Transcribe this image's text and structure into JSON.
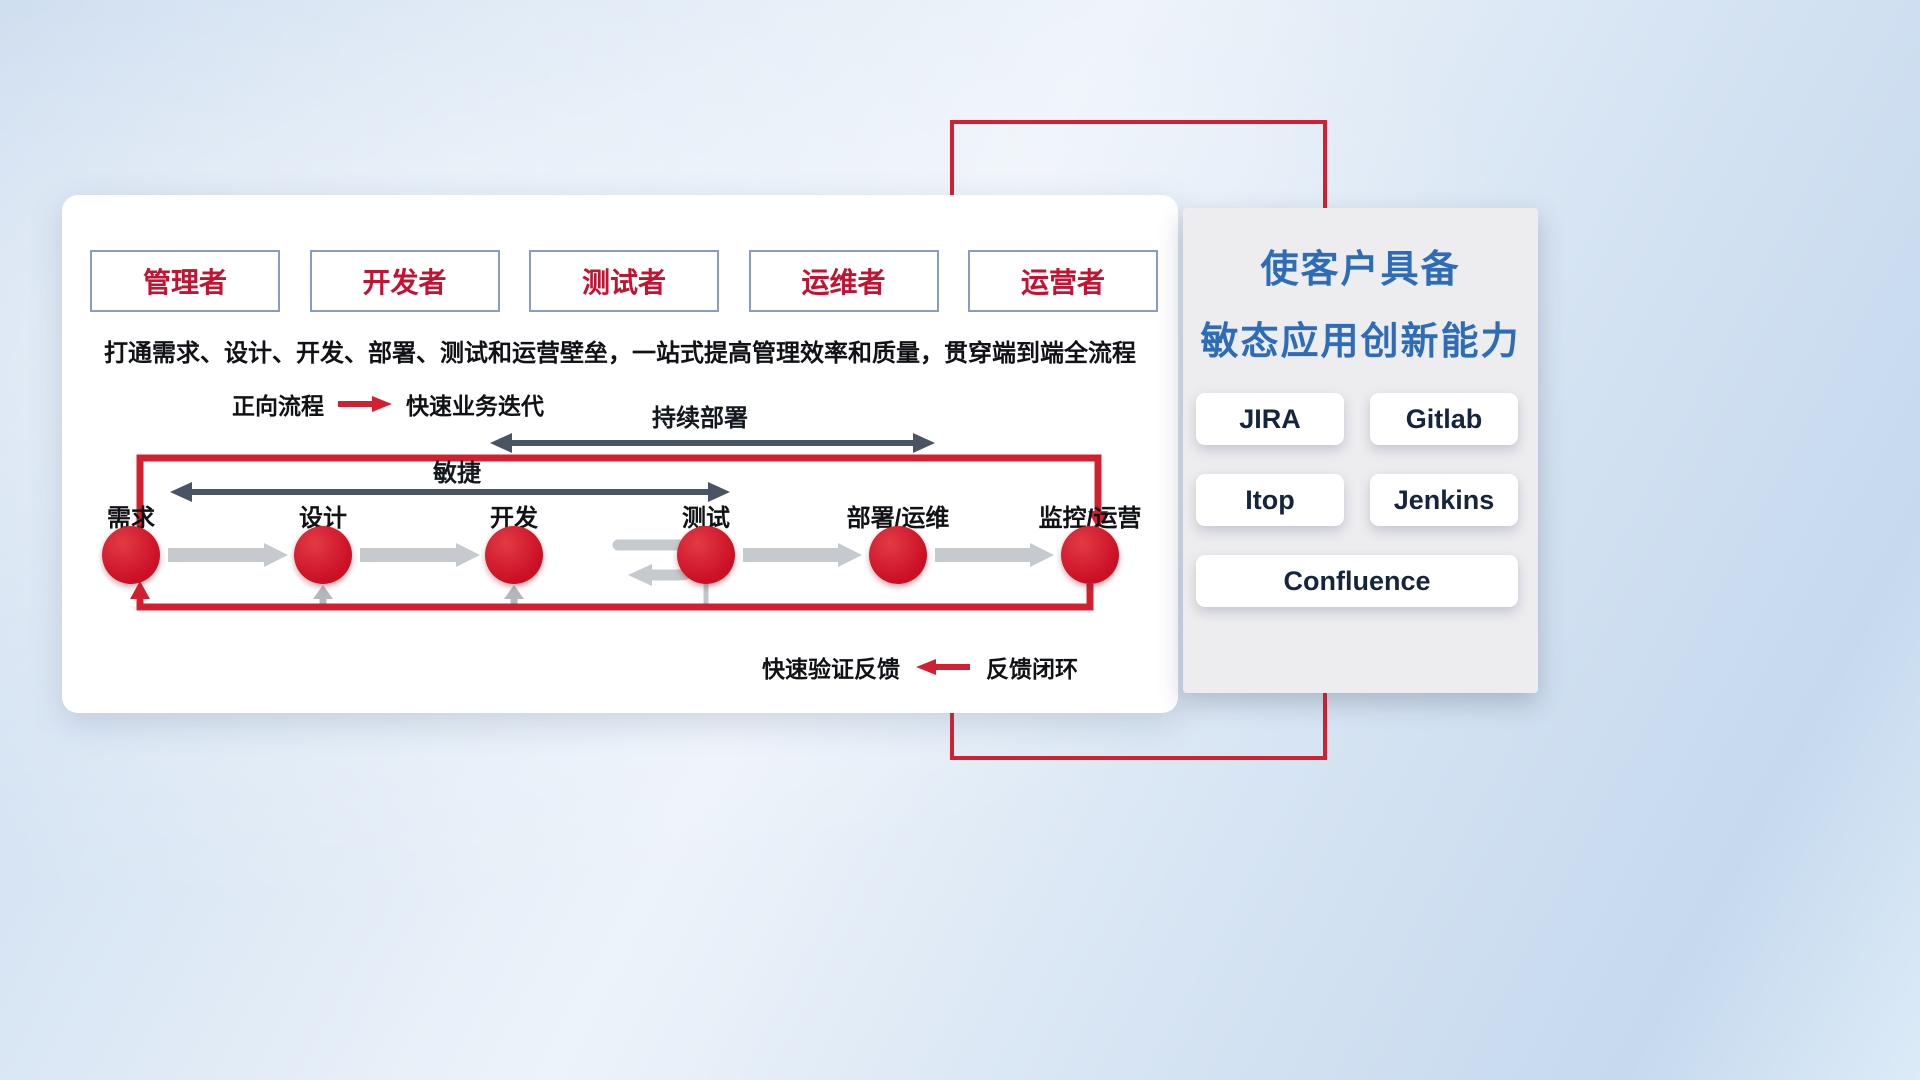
{
  "roles": [
    {
      "label": "管理者"
    },
    {
      "label": "开发者"
    },
    {
      "label": "测试者"
    },
    {
      "label": "运维者"
    },
    {
      "label": "运营者"
    }
  ],
  "subtitle": "打通需求、设计、开发、部署、测试和运营壁垒，一站式提高管理效率和质量，贯穿端到端全流程",
  "legends": {
    "forward_label": "正向流程",
    "forward_desc": "快速业务迭代",
    "feedback_text": "快速验证反馈",
    "feedback_label": "反馈闭环"
  },
  "flow_labels": {
    "continuous_deploy": "持续部署",
    "agile": "敏捷"
  },
  "nodes": [
    {
      "label": "需求"
    },
    {
      "label": "设计"
    },
    {
      "label": "开发"
    },
    {
      "label": "测试"
    },
    {
      "label": "部署/运维"
    },
    {
      "label": "监控/运营"
    }
  ],
  "panel": {
    "title_line1": "使客户具备",
    "title_line2": "敏态应用创新能力",
    "tools": [
      {
        "name": "JIRA"
      },
      {
        "name": "Gitlab"
      },
      {
        "name": "Itop"
      },
      {
        "name": "Jenkins"
      },
      {
        "name": "Confluence"
      }
    ]
  },
  "colors": {
    "primary_red": "#d32030",
    "role_text_red": "#c41230",
    "title_blue": "#2e6cb8",
    "dark_arrow": "#4a5462",
    "gray_arrow": "#c6cacf"
  }
}
